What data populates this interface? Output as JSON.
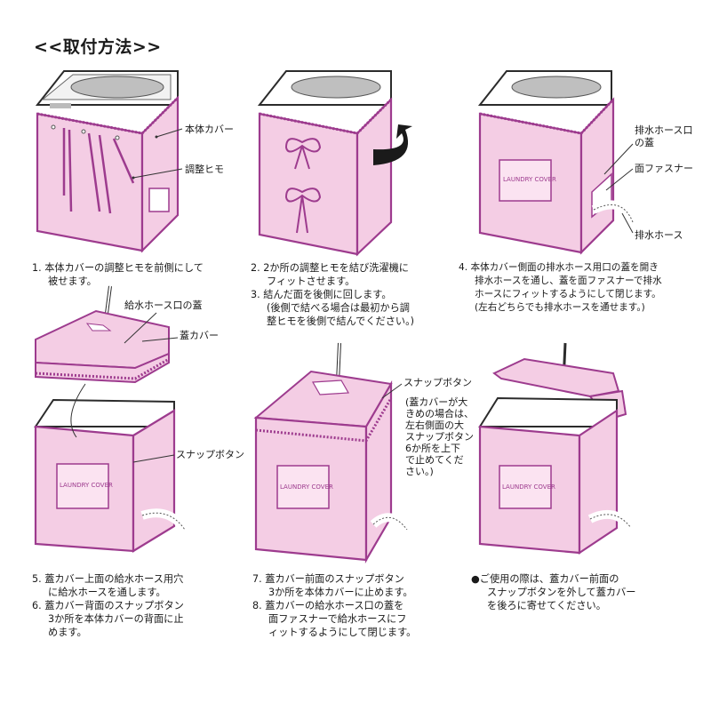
{
  "title": "<<取付方法>>",
  "colors": {
    "cover_fill": "#f4cde4",
    "cover_stroke": "#9d3b8e",
    "machine_fill": "#ffffff",
    "machine_stroke": "#2b2b2b",
    "hose": "#2b2b2b"
  },
  "labels": {
    "body_cover": "本体カバー",
    "adjust_string": "調整ヒモ",
    "drain_hose_lid": [
      "排水ホース口",
      "の蓋"
    ],
    "face_fastener": "面ファスナー",
    "drain_hose": "排水ホース",
    "supply_hose_lid": "給水ホース口の蓋",
    "lid_cover": "蓋カバー",
    "snap_button_a": "スナップボタン",
    "snap_button_b": "スナップボタン",
    "brand": "LAUNDRY COVER"
  },
  "side_note": [
    "(蓋カバーが大",
    "きめの場合は、",
    "左右側面の大",
    "スナップボタン",
    "6か所を上下",
    "で止めてくだ",
    "さい。)"
  ],
  "steps": {
    "s1": [
      "1. 本体カバーの調整ヒモを前側にして",
      "被せます。"
    ],
    "s2": [
      "2. 2か所の調整ヒモを結び洗濯機に",
      "フィットさせます。",
      "3. 結んだ面を後側に回します。",
      "(後側で結べる場合は最初から調",
      "整ヒモを後側で結んでください。)"
    ],
    "s4": [
      "4. 本体カバー側面の排水ホース用口の蓋を開き",
      "排水ホースを通し、蓋を面ファスナーで排水",
      "ホースにフィットするようにして閉じます。",
      "(左右どちらでも排水ホースを通せます。)"
    ],
    "s5": [
      "5. 蓋カバー上面の給水ホース用穴",
      "に給水ホースを通します。",
      "6. 蓋カバー背面のスナップボタン",
      "3か所を本体カバーの背面に止",
      "めます。"
    ],
    "s7": [
      "7. 蓋カバー前面のスナップボタン",
      "3か所を本体カバーに止めます。",
      "8. 蓋カバーの給水ホース口の蓋を",
      "面ファスナーで給水ホースにフ",
      "ィットするようにして閉じます。"
    ],
    "s9": [
      "●ご使用の際は、蓋カバー前面の",
      "スナップボタンを外して蓋カバー",
      "を後ろに寄せてください。"
    ]
  }
}
